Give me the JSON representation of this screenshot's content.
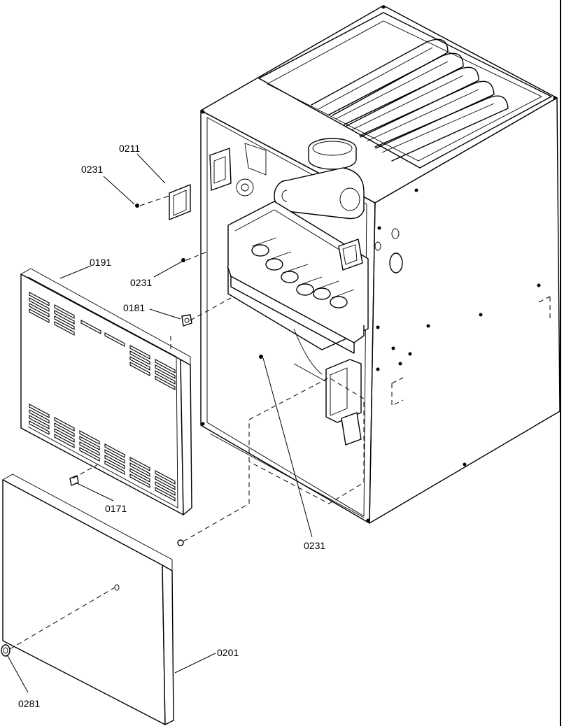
{
  "diagram": {
    "callouts": [
      {
        "id": "c0211",
        "label": "0211"
      },
      {
        "id": "c0231a",
        "label": "0231"
      },
      {
        "id": "c0191",
        "label": "0191"
      },
      {
        "id": "c0231b",
        "label": "0231"
      },
      {
        "id": "c0181",
        "label": "0181"
      },
      {
        "id": "c0171",
        "label": "0171"
      },
      {
        "id": "c0231c",
        "label": "0231"
      },
      {
        "id": "c0201",
        "label": "0201"
      },
      {
        "id": "c0281",
        "label": "0281"
      }
    ]
  }
}
